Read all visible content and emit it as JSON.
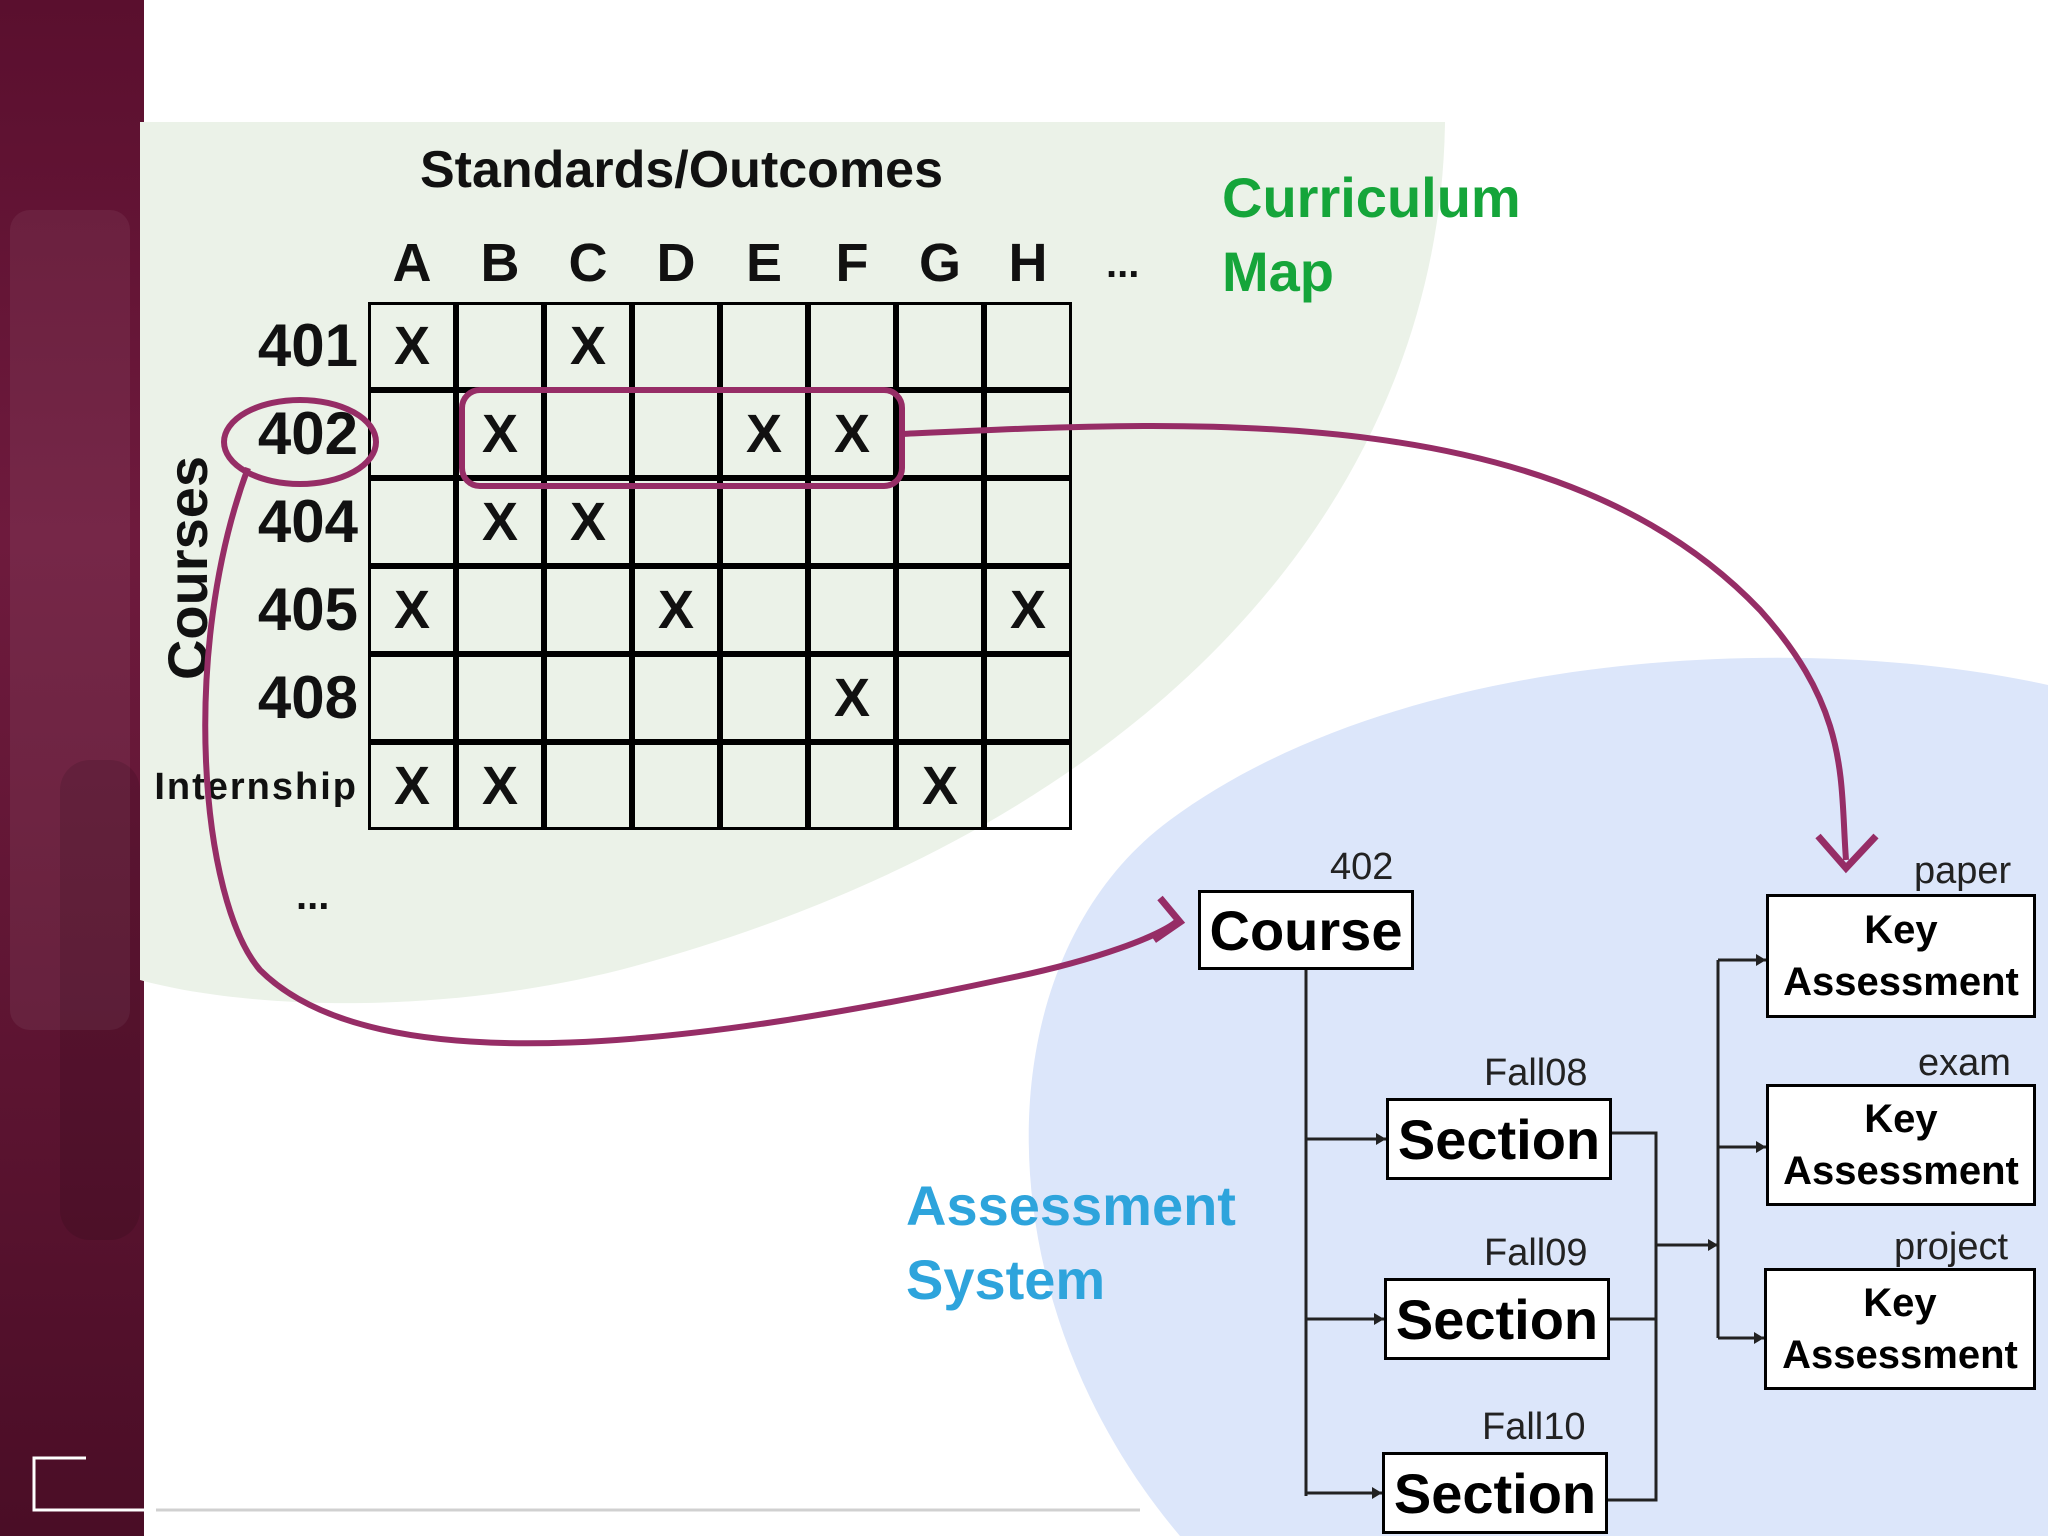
{
  "curriculum_map": {
    "title_line1": "Curriculum",
    "title_line2": "Map",
    "matrix_heading": "Standards/Outcomes",
    "row_axis_label": "Courses",
    "columns": [
      "A",
      "B",
      "C",
      "D",
      "E",
      "F",
      "G",
      "H"
    ],
    "columns_more": "...",
    "rows": [
      "401",
      "402",
      "404",
      "405",
      "408",
      "Internship"
    ],
    "rows_more": "...",
    "marks": [
      [
        "X",
        "",
        "X",
        "",
        "",
        "",
        "",
        ""
      ],
      [
        "",
        "X",
        "",
        "",
        "X",
        "X",
        "",
        ""
      ],
      [
        "",
        "X",
        "X",
        "",
        "",
        "",
        "",
        ""
      ],
      [
        "X",
        "",
        "",
        "X",
        "",
        "",
        "",
        "X"
      ],
      [
        "",
        "",
        "",
        "",
        "",
        "X",
        "",
        ""
      ],
      [
        "X",
        "X",
        "",
        "",
        "",
        "",
        "X",
        ""
      ]
    ]
  },
  "assessment_system": {
    "title_line1": "Assessment",
    "title_line2": "System",
    "course": {
      "label": "Course",
      "tag": "402"
    },
    "sections": [
      {
        "label": "Section",
        "tag": "Fall08"
      },
      {
        "label": "Section",
        "tag": "Fall09"
      },
      {
        "label": "Section",
        "tag": "Fall10"
      }
    ],
    "key_assessments": [
      {
        "line1": "Key",
        "line2": "Assessment",
        "tag": "paper"
      },
      {
        "line1": "Key",
        "line2": "Assessment",
        "tag": "exam"
      },
      {
        "line1": "Key",
        "line2": "Assessment",
        "tag": "project"
      }
    ]
  },
  "colors": {
    "band": "#5c1431",
    "map_bg": "#ebf2e8",
    "assessment_bg": "#dce6fa",
    "map_title": "#15a53a",
    "assessment_title": "#2ea4dc",
    "highlight": "#962d66"
  }
}
